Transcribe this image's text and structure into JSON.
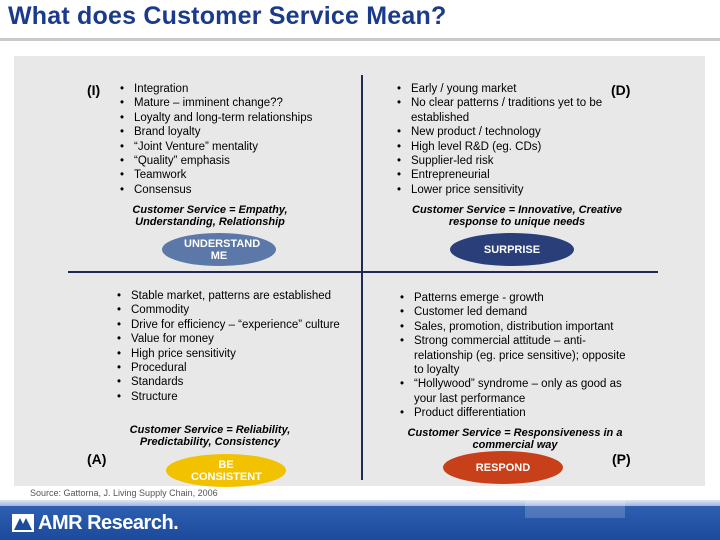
{
  "title": "What does Customer Service Mean?",
  "quadrants": {
    "top_left": {
      "label": "(I)",
      "bullets": [
        "Integration",
        "Mature – imminent change??",
        "Loyalty and long-term relationships",
        "Brand loyalty",
        "“Joint Venture” mentality",
        "“Quality” emphasis",
        "Teamwork",
        "Consensus"
      ],
      "service": "Customer Service = Empathy, Understanding, Relationship",
      "oval": {
        "text": "UNDERSTAND ME",
        "color": "#5b78a8"
      }
    },
    "top_right": {
      "label": "(D)",
      "bullets": [
        "Early / young market",
        "No clear patterns / traditions yet to be established",
        "New product / technology",
        "High level R&D (eg. CDs)",
        "Supplier-led risk",
        "Entrepreneurial",
        "Lower price sensitivity"
      ],
      "service": "Customer Service = Innovative, Creative response to unique needs",
      "oval": {
        "text": "SURPRISE",
        "color": "#2a3e7a"
      }
    },
    "bottom_left": {
      "label": "(A)",
      "bullets": [
        "Stable market, patterns are established",
        "Commodity",
        "Drive for efficiency – “experience” culture",
        "Value for money",
        "High price sensitivity",
        "Procedural",
        "Standards",
        "Structure"
      ],
      "service": "Customer Service = Reliability, Predictability, Consistency",
      "oval": {
        "text": "BE CONSISTENT",
        "color": "#f2c200"
      }
    },
    "bottom_right": {
      "label": "(P)",
      "bullets": [
        "Patterns emerge - growth",
        "Customer led demand",
        "Sales, promotion, distribution important",
        "Strong commercial attitude – anti-relationship (eg. price sensitive); opposite to loyalty",
        "“Hollywood” syndrome – only as good as your last performance",
        "Product differentiation"
      ],
      "service": "Customer Service = Responsiveness in a commercial way",
      "oval": {
        "text": "RESPOND",
        "color": "#c8401a"
      }
    }
  },
  "source": "Source: Gattorna, J. Living Supply Chain, 2006",
  "logo": {
    "text": "AMR Research",
    "dot": "."
  }
}
